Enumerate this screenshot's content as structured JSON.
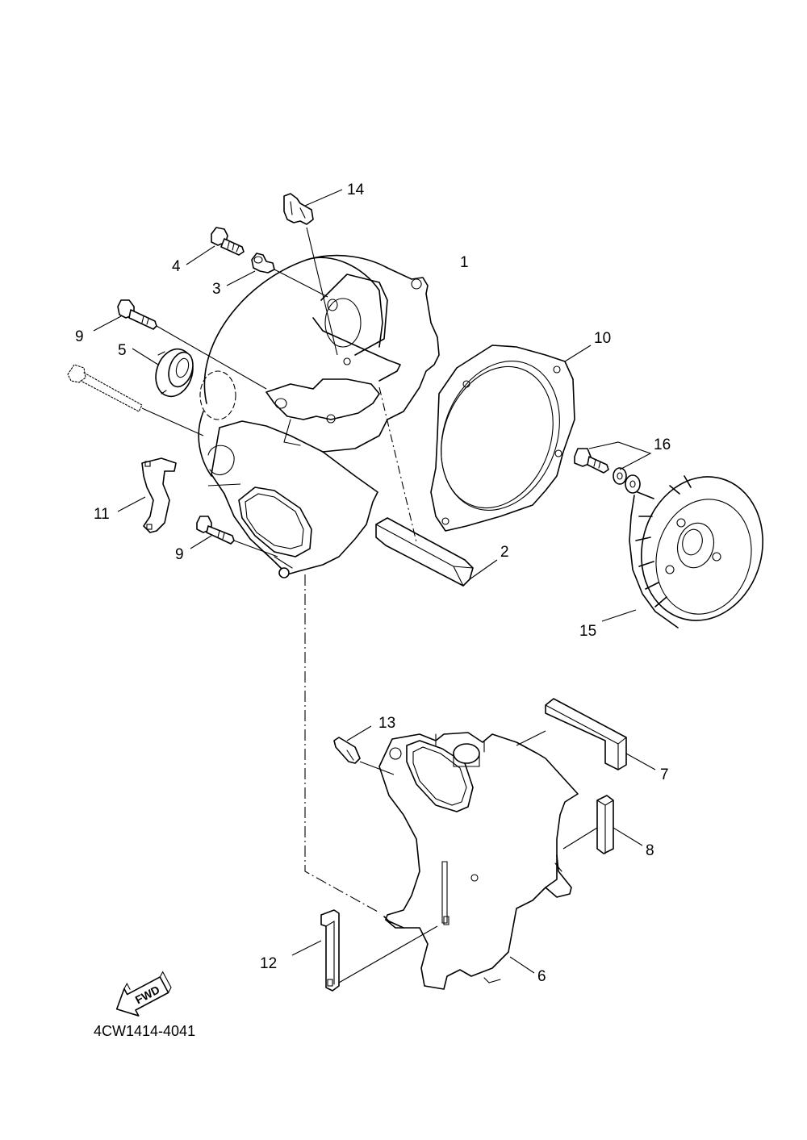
{
  "callouts": [
    {
      "id": "p1",
      "label": "1"
    },
    {
      "id": "p2",
      "label": "2"
    },
    {
      "id": "p3",
      "label": "3"
    },
    {
      "id": "p4",
      "label": "4"
    },
    {
      "id": "p5",
      "label": "5"
    },
    {
      "id": "p6",
      "label": "6"
    },
    {
      "id": "p7",
      "label": "7"
    },
    {
      "id": "p8",
      "label": "8"
    },
    {
      "id": "p9a",
      "label": "9"
    },
    {
      "id": "p9b",
      "label": "9"
    },
    {
      "id": "p10",
      "label": "10"
    },
    {
      "id": "p11",
      "label": "11"
    },
    {
      "id": "p12",
      "label": "12"
    },
    {
      "id": "p13",
      "label": "13"
    },
    {
      "id": "p14",
      "label": "14"
    },
    {
      "id": "p15",
      "label": "15"
    },
    {
      "id": "p16",
      "label": "16"
    }
  ],
  "direction_arrow": {
    "label": "FWD",
    "icon": "arrow-forward-icon"
  },
  "diagram_code": "4CW1414-4041"
}
